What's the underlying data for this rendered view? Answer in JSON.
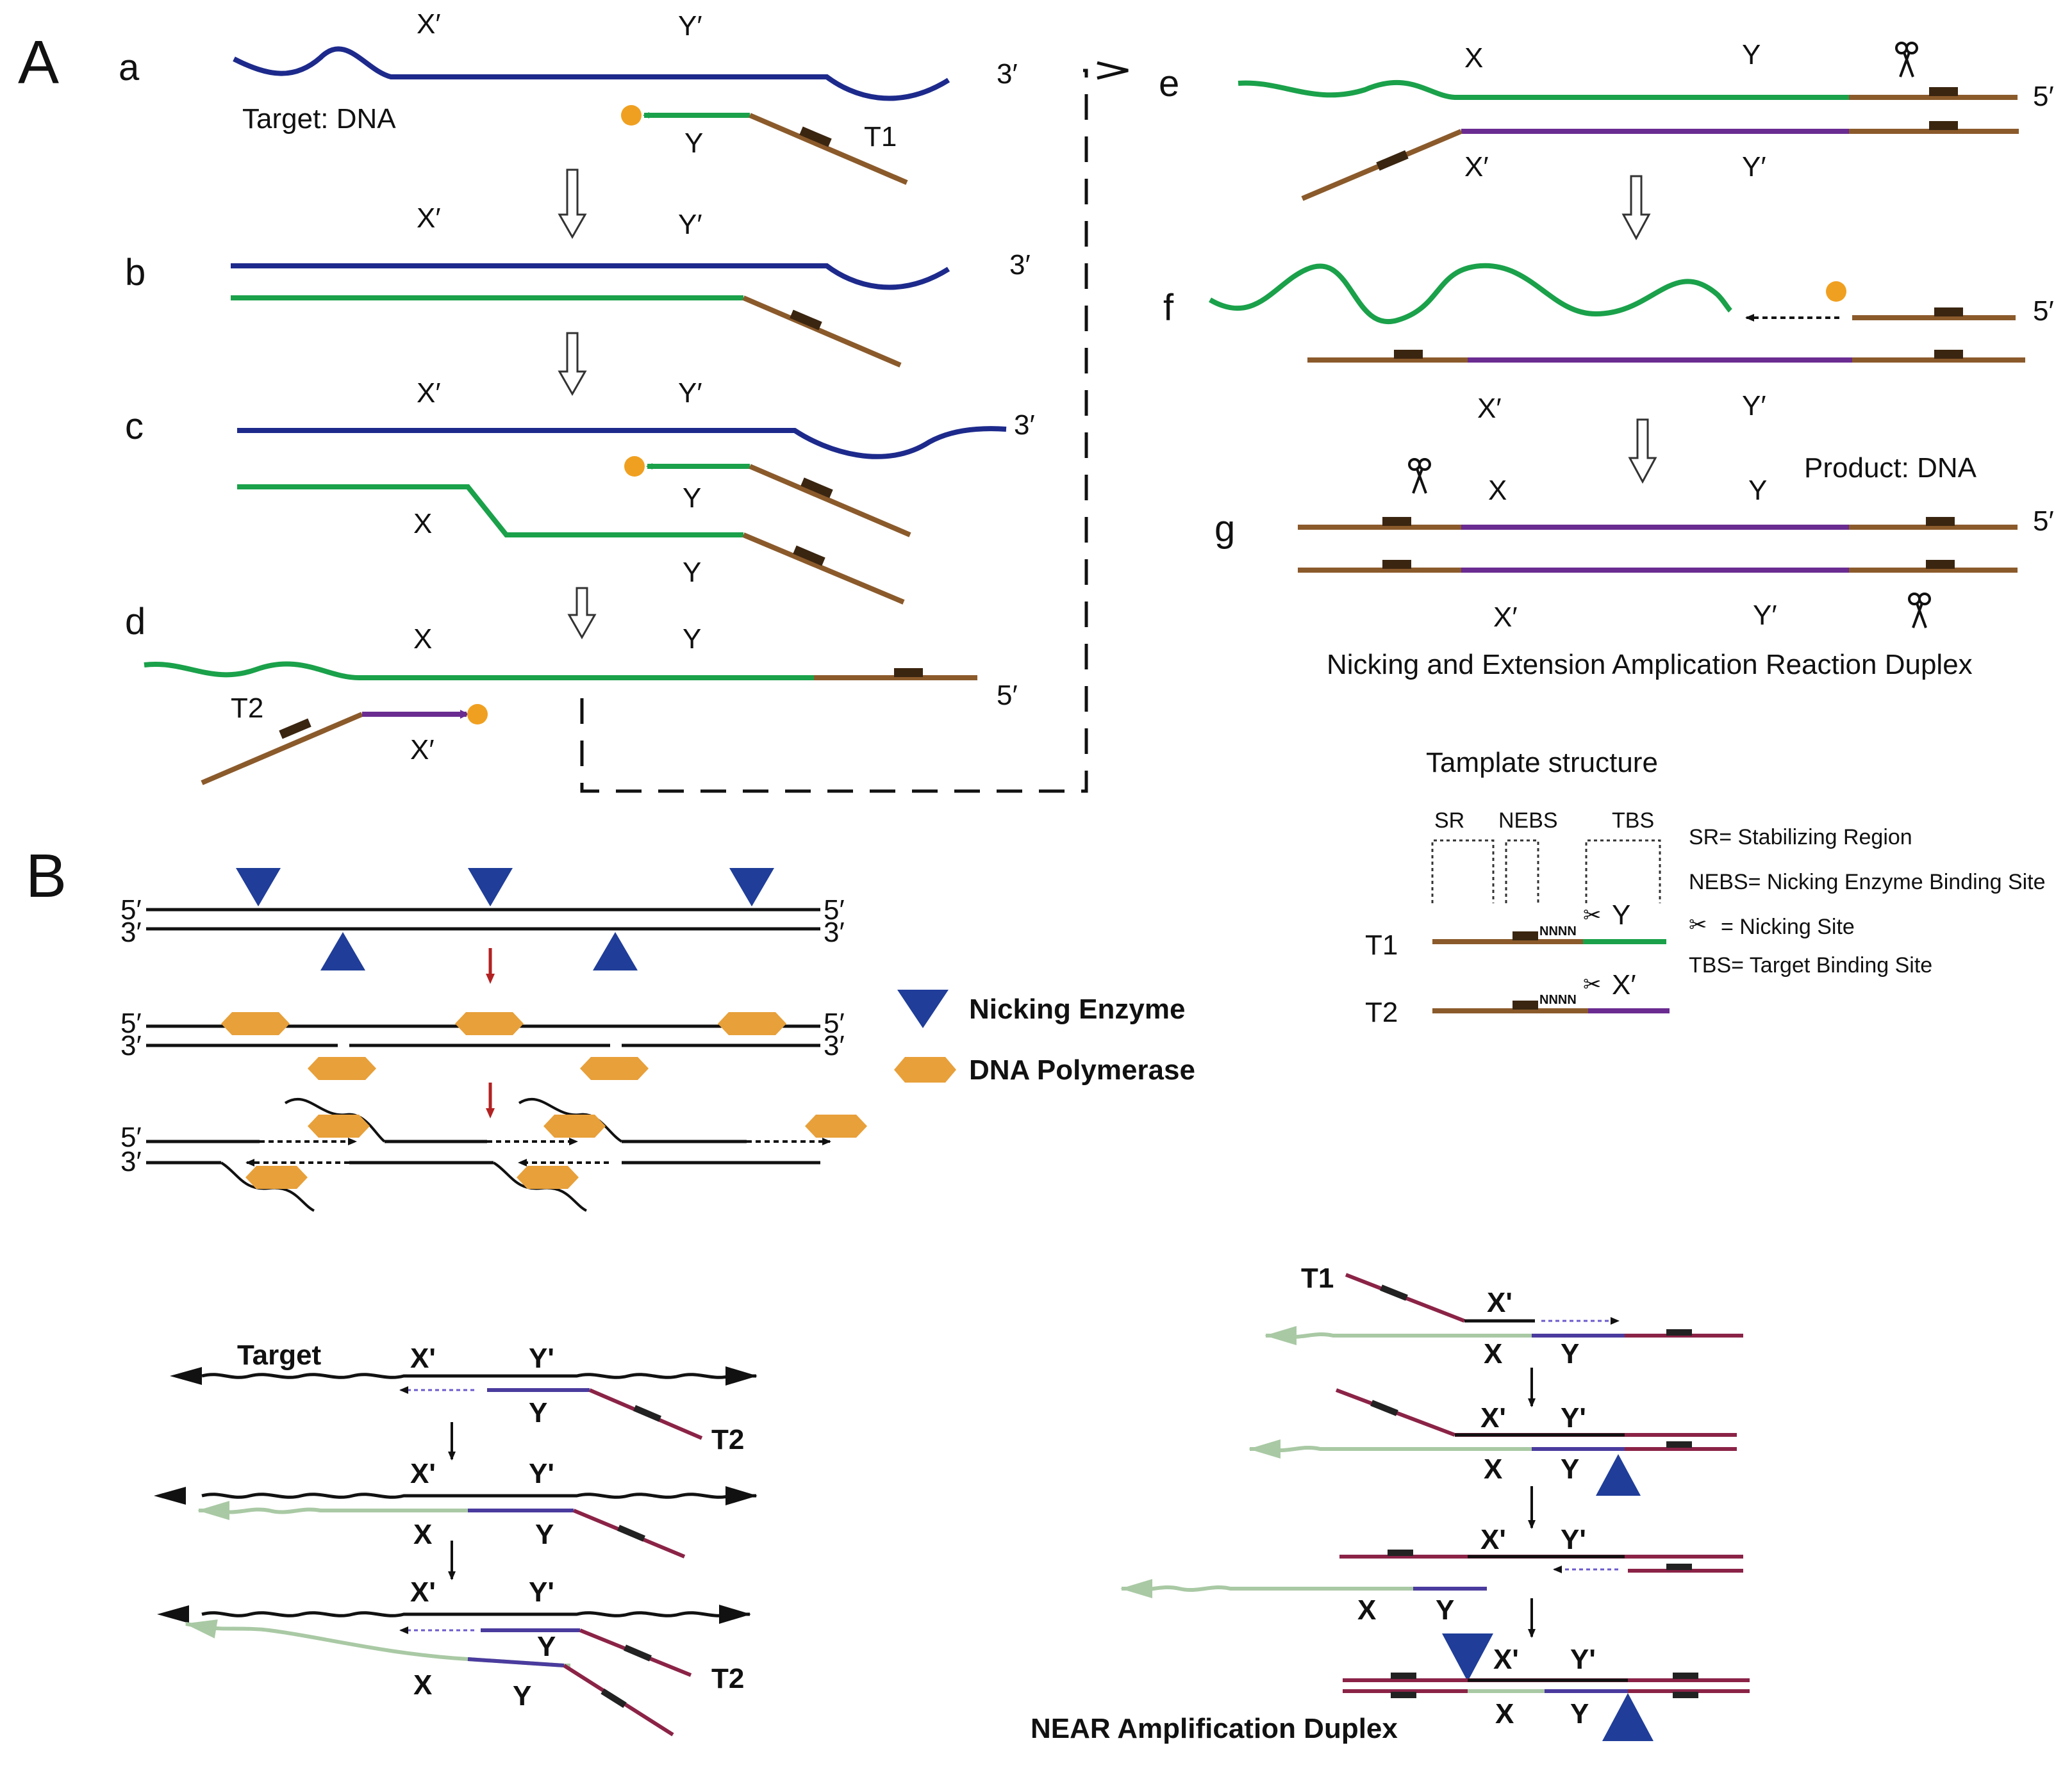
{
  "panel_a": {
    "letter": "A",
    "steps": [
      "a",
      "b",
      "c",
      "d",
      "e",
      "f",
      "g"
    ],
    "prime3": "3′",
    "prime5": "5′",
    "x": "X",
    "y": "Y",
    "xp": "X′",
    "yp": "Y′",
    "t1": "T1",
    "t2": "T2",
    "target": "Target: DNA",
    "product": "Product: DNA",
    "duplex_caption": "Nicking and Extension Amplication Reaction Duplex"
  },
  "template": {
    "title": "Tamplate structure",
    "sr": "SR",
    "nebs": "NEBS",
    "tbs": "TBS",
    "nnnn": "NNNN",
    "t1": "T1",
    "t2": "T2",
    "y": "Y",
    "xp": "X′",
    "legend": {
      "sr": "SR= Stabilizing Region",
      "nebs": "NEBS= Nicking Enzyme Binding Site",
      "nick": "= Nicking Site",
      "tbs": "TBS= Target Binding Site"
    }
  },
  "panel_b": {
    "letter": "B",
    "p5": "5′",
    "p3": "3′",
    "legend_nicking": "Nicking Enzyme",
    "legend_polymerase": "DNA Polymerase"
  },
  "bottom_left": {
    "target": "Target",
    "xp": "X'",
    "yp": "Y'",
    "x": "X",
    "y": "Y",
    "t2": "T2"
  },
  "bottom_right": {
    "t1": "T1",
    "xp": "X'",
    "yp": "Y'",
    "x": "X",
    "y": "Y",
    "caption": "NEAR Amplification Duplex"
  },
  "colors": {
    "target_blue": "#1d2a8c",
    "primer_green": "#1aa14a",
    "template_brown": "#8b5a2b",
    "product_purple": "#6a2c91",
    "bead_orange": "#f0a020",
    "enzyme_blue": "#1f3d99",
    "polymerase": "#e8a03a",
    "arrow_red": "#b22222",
    "maroon": "#8b2347",
    "pale_green": "#a9c9a4"
  }
}
